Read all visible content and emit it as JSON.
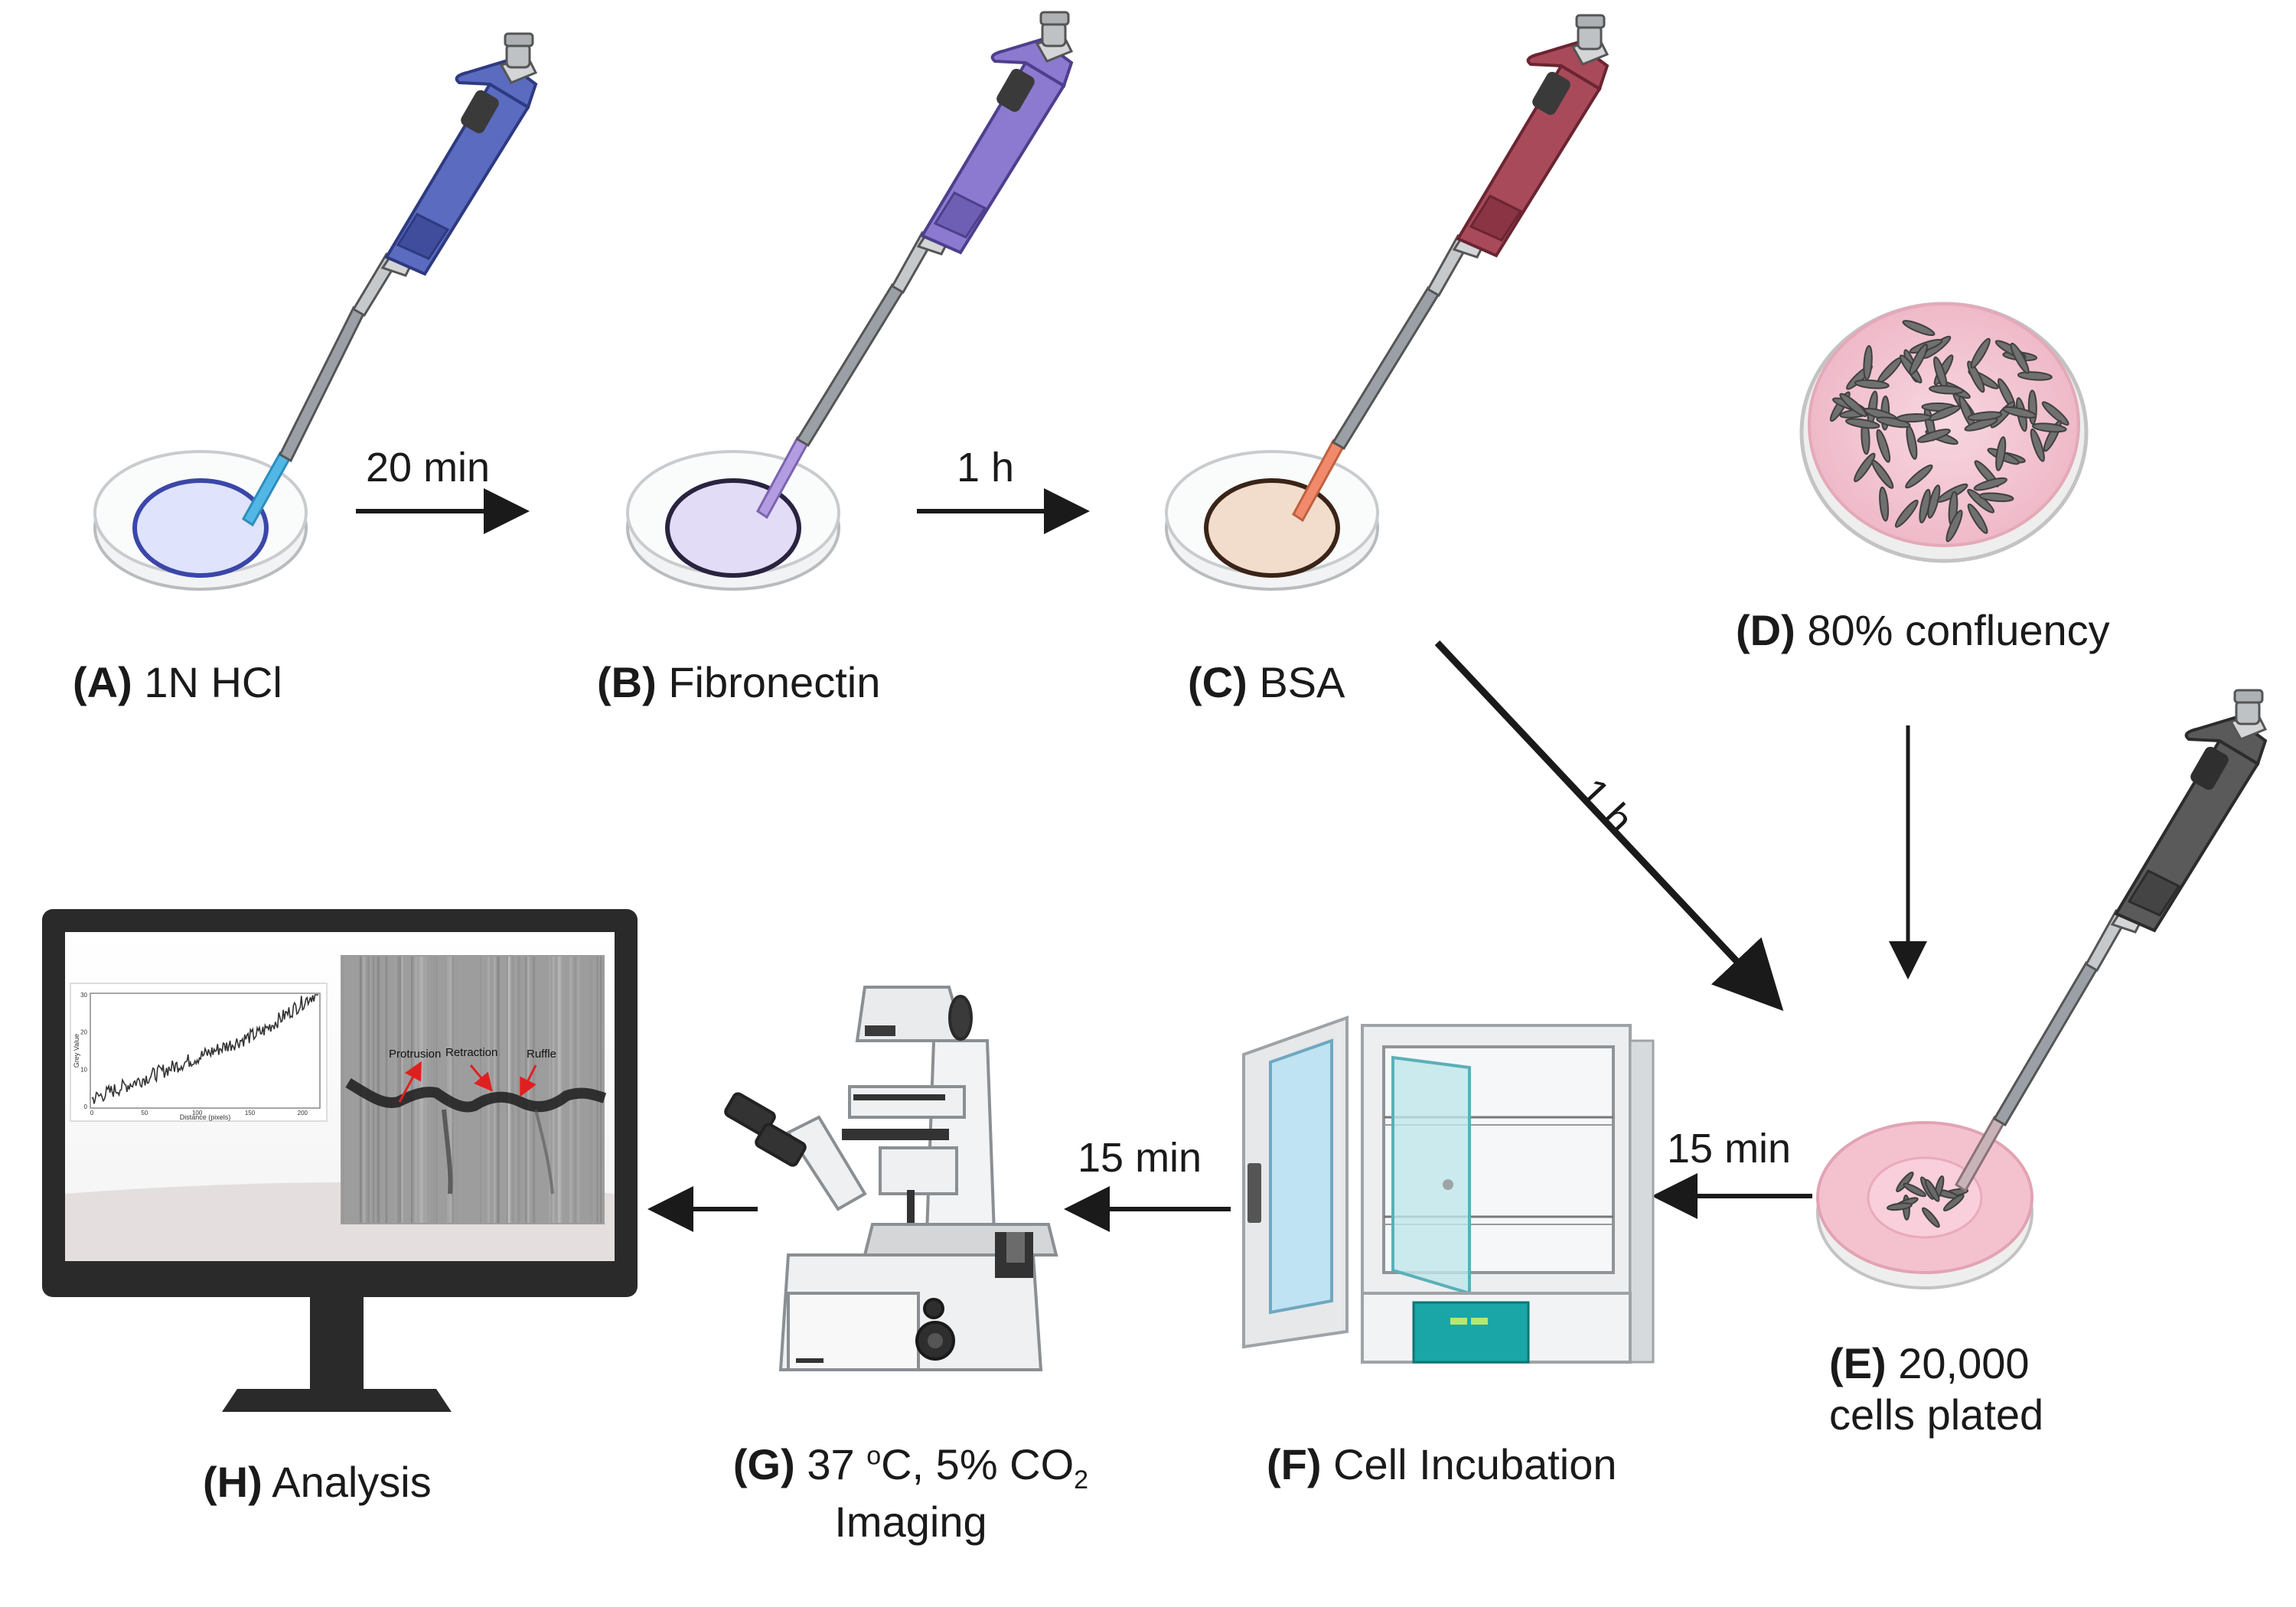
{
  "steps": {
    "a": {
      "letter": "(A)",
      "text": "1N HCl"
    },
    "b": {
      "letter": "(B)",
      "text": "Fibronectin"
    },
    "c": {
      "letter": "(C)",
      "text": "BSA"
    },
    "d": {
      "letter": "(D)",
      "text": "80% confluency"
    },
    "e": {
      "letter": "(E)",
      "line1": "20,000",
      "line2": "cells plated"
    },
    "f": {
      "letter": "(F)",
      "text": "Cell Incubation"
    },
    "g": {
      "letter": "(G)",
      "line1_pre": "37 ",
      "degree": "o",
      "line1_mid": "C, 5% CO",
      "subscript": "2",
      "line2": "Imaging"
    },
    "h": {
      "letter": "(H)",
      "text": "Analysis"
    }
  },
  "arrows": {
    "a_to_b": "20 min",
    "b_to_c": "1 h",
    "c_to_e": "1 h",
    "e_to_f": "15 min",
    "f_to_g": "15 min"
  },
  "screen": {
    "plot": {
      "ylabel": "Grey Value",
      "xlabel": "Distance (pixels)",
      "yticks": [
        "30",
        "20",
        "10",
        "0"
      ],
      "xticks": [
        "0",
        "50",
        "100",
        "150",
        "200"
      ]
    },
    "kymograph": {
      "labels": [
        "Protrusion",
        "Retraction",
        "Ruffle"
      ]
    }
  },
  "colors": {
    "pipette_a": "#5a6bc0",
    "pipette_b": "#8c7ad0",
    "pipette_c": "#a84a5a",
    "pipette_e": "#5a5a5a",
    "dish_a_fill": "#dfe3fb",
    "dish_b_fill": "#e2dcf6",
    "dish_c_fill": "#f2dccc",
    "dish_pink": "#f3c7d3",
    "incubator_panel": "#1aa6a6",
    "arrow": "#1a1a1a",
    "annotation_red": "#e02020"
  }
}
